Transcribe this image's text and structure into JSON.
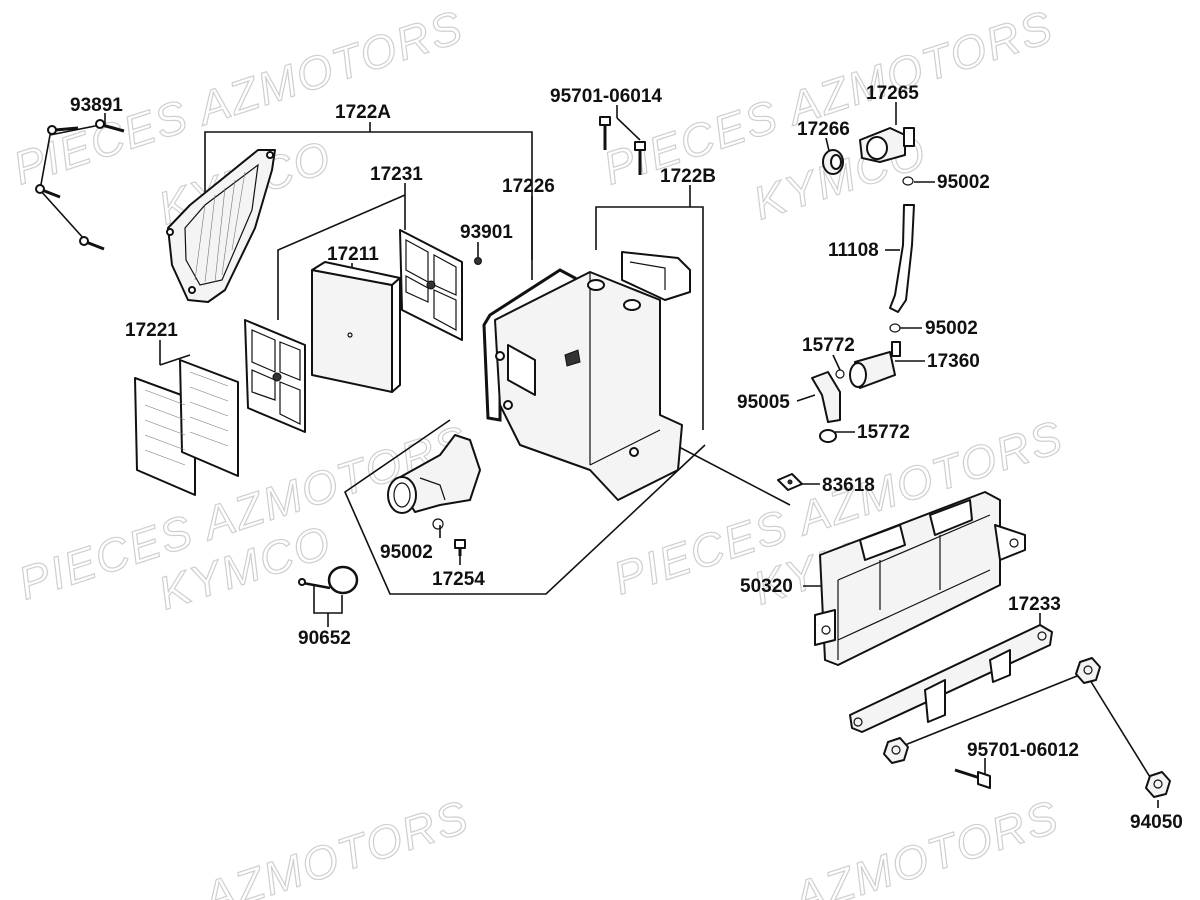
{
  "watermarks": {
    "brand_a": "PIECES AZMOTORS",
    "brand_b": "KYMCO",
    "brand_c": "AZMOTORS"
  },
  "colors": {
    "line": "#111111",
    "watermark": "#cfcfcf",
    "background": "#ffffff"
  },
  "parts": [
    {
      "id": "p93891",
      "label": "93891"
    },
    {
      "id": "p1722A",
      "label": "1722A"
    },
    {
      "id": "p17231",
      "label": "17231"
    },
    {
      "id": "p17226",
      "label": "17226"
    },
    {
      "id": "p95701_06014",
      "label": "95701-06014"
    },
    {
      "id": "p1722B",
      "label": "1722B"
    },
    {
      "id": "p17266",
      "label": "17266"
    },
    {
      "id": "p17265",
      "label": "17265"
    },
    {
      "id": "p95002_a",
      "label": "95002"
    },
    {
      "id": "p93901",
      "label": "93901"
    },
    {
      "id": "p17211",
      "label": "17211"
    },
    {
      "id": "p11108",
      "label": "11108"
    },
    {
      "id": "p17221",
      "label": "17221"
    },
    {
      "id": "p95002_b",
      "label": "95002"
    },
    {
      "id": "p15772_a",
      "label": "15772"
    },
    {
      "id": "p17360",
      "label": "17360"
    },
    {
      "id": "p95005",
      "label": "95005"
    },
    {
      "id": "p15772_b",
      "label": "15772"
    },
    {
      "id": "p83618",
      "label": "83618"
    },
    {
      "id": "p95002_c",
      "label": "95002"
    },
    {
      "id": "p17254",
      "label": "17254"
    },
    {
      "id": "p50320",
      "label": "50320"
    },
    {
      "id": "p17233",
      "label": "17233"
    },
    {
      "id": "p90652",
      "label": "90652"
    },
    {
      "id": "p95701_06012",
      "label": "95701-06012"
    },
    {
      "id": "p94050",
      "label": "94050"
    }
  ]
}
